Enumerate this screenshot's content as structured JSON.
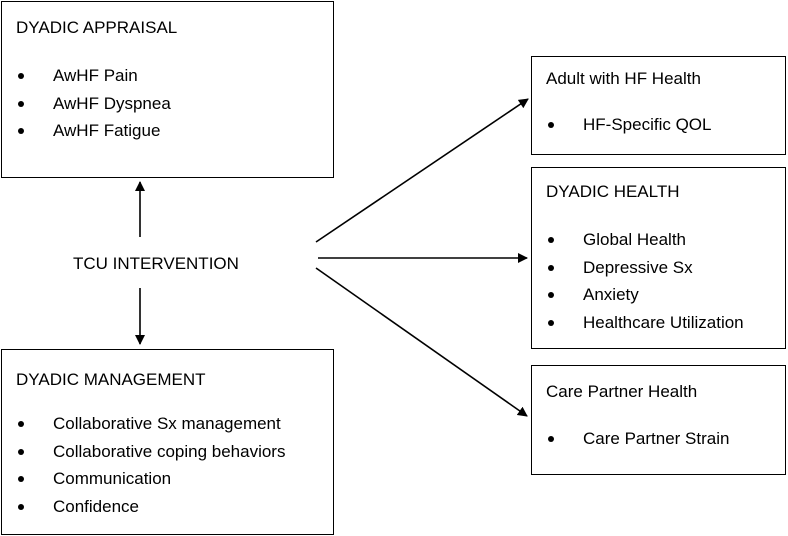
{
  "center": {
    "label": "TCU INTERVENTION"
  },
  "dyadic_appraisal": {
    "title": "DYADIC APPRAISAL",
    "items": [
      "AwHF Pain",
      "AwHF Dyspnea",
      "AwHF Fatigue"
    ]
  },
  "dyadic_management": {
    "title": "DYADIC MANAGEMENT",
    "items": [
      "Collaborative Sx management",
      "Collaborative coping behaviors",
      "Communication",
      "Confidence"
    ]
  },
  "adult_hf_health": {
    "title": "Adult with HF Health",
    "items": [
      "HF-Specific QOL"
    ]
  },
  "dyadic_health": {
    "title": "DYADIC HEALTH",
    "items": [
      "Global Health",
      "Depressive Sx",
      "Anxiety",
      "Healthcare Utilization"
    ]
  },
  "care_partner_health": {
    "title": "Care Partner Health",
    "items": [
      "Care Partner Strain"
    ]
  },
  "colors": {
    "line": "#000000",
    "background": "#ffffff",
    "text": "#000000"
  }
}
